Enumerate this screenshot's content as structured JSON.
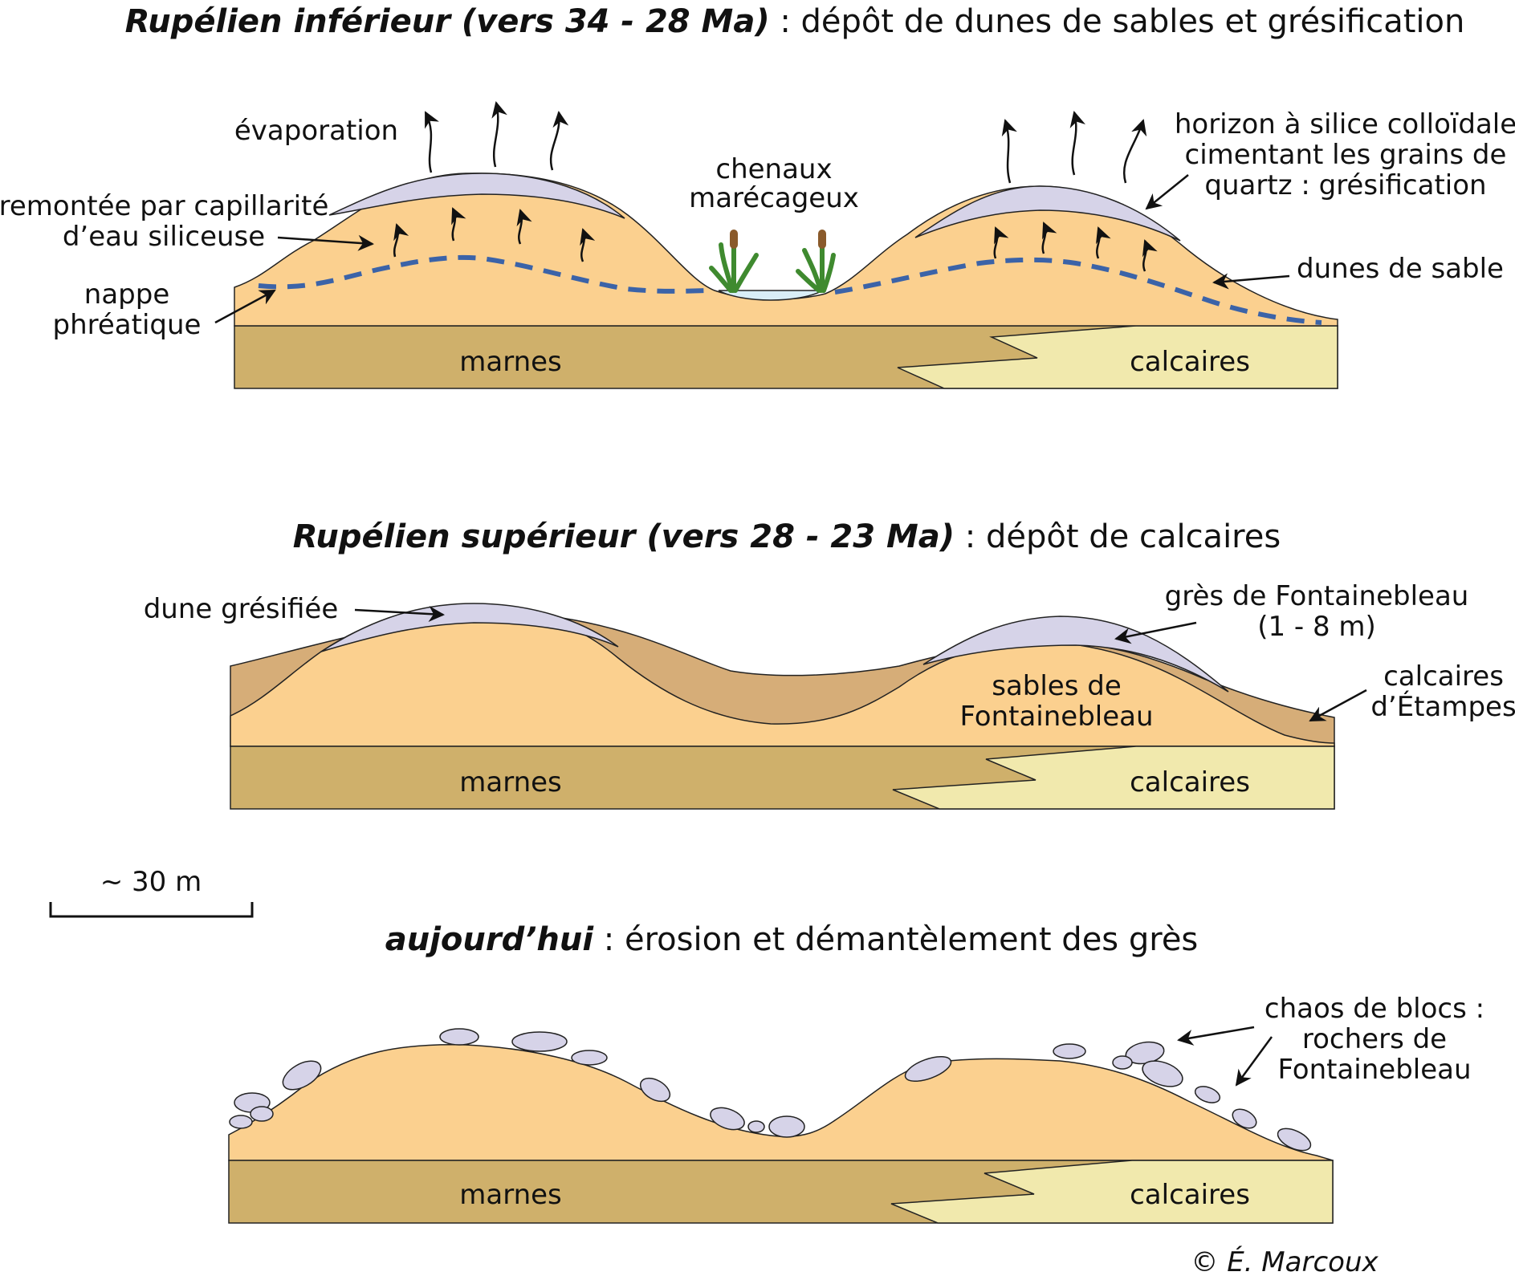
{
  "diagram": {
    "panel1": {
      "title_bold": "Rupélien inférieur (vers 34 - 28 Ma)",
      "title_rest": " : dépôt de dunes de sables et grésification",
      "evaporation": "évaporation",
      "capillarity": [
        "remontée par capillarité",
        "d’eau siliceuse"
      ],
      "water_table": [
        "nappe",
        "phréatique"
      ],
      "channels": [
        "chenaux",
        "marécageux"
      ],
      "silica_horizon": [
        "horizon à silice colloïdale",
        "cimentant les grains de",
        "quartz : grésification"
      ],
      "sand_dunes": "dunes de sable",
      "marls": "marnes",
      "limestones": "calcaires"
    },
    "panel2": {
      "title_bold": "Rupélien supérieur (vers 28 - 23 Ma)",
      "title_rest": " : dépôt de calcaires",
      "silicified_dune": "dune grésifiée",
      "sandstone": [
        "grès de Fontainebleau",
        "(1 - 8 m)"
      ],
      "sands": [
        "sables de",
        "Fontainebleau"
      ],
      "etampes": [
        "calcaires",
        "d’Étampes"
      ],
      "marls": "marnes",
      "limestones": "calcaires"
    },
    "scale": "~ 30 m",
    "panel3": {
      "title_bold": "aujourd’hui",
      "title_rest": " : érosion et démantèlement des grès",
      "blocks": [
        "chaos de blocs :",
        "rochers de",
        "Fontainebleau"
      ],
      "marls": "marnes",
      "limestones": "calcaires"
    },
    "credit": "© É. Marcoux",
    "colors": {
      "sand": "#fbd08f",
      "marl": "#cfb06b",
      "limestone": "#f1e9ad",
      "etampes": "#d6ad78",
      "silica": "#d6d3e8",
      "water": "#3b63a8",
      "reed": "#3f8a2f",
      "cattail": "#8a5a2b"
    }
  }
}
